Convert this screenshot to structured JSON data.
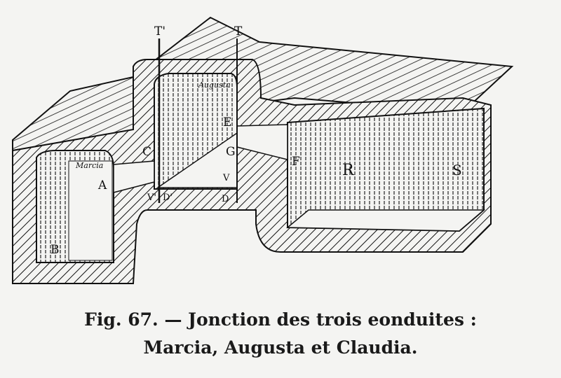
{
  "figure": {
    "labels": {
      "T_prime": "T'",
      "T": "T",
      "augusta": "Augusta",
      "marcia": "Marcia",
      "E": "E",
      "C": "C",
      "G": "G",
      "F": "F",
      "A": "A",
      "B": "B",
      "R": "R",
      "S": "S",
      "V": "V",
      "V_prime": "V'",
      "D": "D",
      "D_prime": "D'"
    }
  },
  "caption": {
    "line1": "Fig. 67. — Jonction des trois eonduites :",
    "line2": "Marcia, Augusta et Claudia."
  }
}
